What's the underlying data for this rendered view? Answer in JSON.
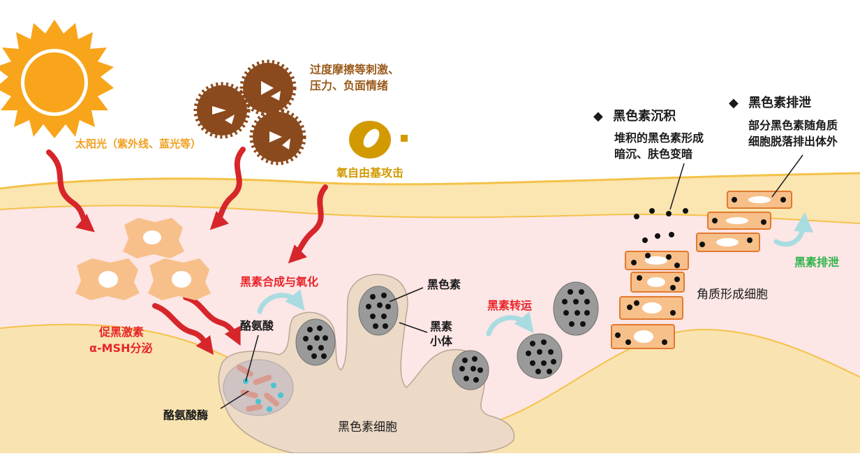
{
  "labels": {
    "sun": "太阳光（紫外线、蓝光等）",
    "friction_line1": "过度摩擦等刺激、",
    "friction_line2": "压力、负面情绪",
    "radical": "氧自由基攻击",
    "msh_line1": "促黑激素",
    "msh_line2": "α-MSH分泌",
    "synthesis": "黑素合成与氧化",
    "tyrosine": "酪氨酸",
    "tyrosinase": "酪氨酸酶",
    "melanin": "黑色素",
    "melanosome_line1": "黑素",
    "melanosome_line2": "小体",
    "melanocyte": "黑色素细胞",
    "transport": "黑素转运",
    "keratinocyte": "角质形成细胞",
    "excretion": "黑素排泄",
    "deposit_title": "黑色素沉积",
    "deposit_line1": "堆积的黑色素形成",
    "deposit_line2": "暗沉、肤色变暗",
    "excrete_title": "黑色素排泄",
    "excrete_line1": "部分黑色素随角质",
    "excrete_line2": "细胞脱落排出体外",
    "bullet": "◆"
  },
  "colors": {
    "sun": "#f8a51c",
    "skin_top": "#fbe5b0",
    "skin_line": "#f4c24a",
    "epidermis": "#fce6e6",
    "dermis": "#f9e3b0",
    "cell": "#f7c08a",
    "arrow_red": "#d6262b",
    "teal_arrow": "#a8dce0",
    "melanocyte": "#ecd9c6",
    "granule": "#9a9a9a",
    "dark_red": "#e8242a"
  }
}
